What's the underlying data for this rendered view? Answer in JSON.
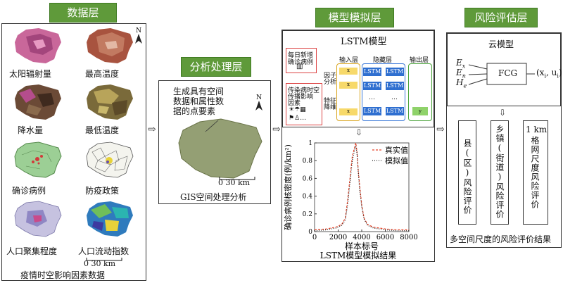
{
  "headers": {
    "data_layer": "数据层",
    "analysis_layer": "分析处理层",
    "model_layer": "模型模拟层",
    "risk_layer": "风险评估层"
  },
  "data_panel": {
    "items": [
      "太阳辐射量",
      "最高温度",
      "降水量",
      "最低温度",
      "确诊病例",
      "防疫政策",
      "人口聚集程度",
      "人口流动指数"
    ],
    "scale": "0   30 km",
    "caption": "疫情时空影响因素数据",
    "north": "N"
  },
  "analysis_panel": {
    "desc": [
      "生成具有空间",
      "数据和属性数",
      "据的点要素"
    ],
    "scale": "0   30 km",
    "caption": "GIS空间处理分析",
    "north": "N"
  },
  "model_panel": {
    "lstm_title": "LSTM模型",
    "input1": [
      "每日新增",
      "确诊病例"
    ],
    "input2": [
      "传染病时空",
      "传播影响",
      "因素"
    ],
    "factor_label": [
      "因子",
      "分析"
    ],
    "feature_label": [
      "特征",
      "降维"
    ],
    "input_layer": "输入层",
    "hidden_layer": "隐藏层",
    "output_layer": "输出层",
    "cell": "LSTM",
    "dots": "…",
    "chart_caption": "LSTM模型模拟结果"
  },
  "risk_panel": {
    "cloud_title": "云模型",
    "fcg": "FCG",
    "inputs": [
      "E",
      "E",
      "H"
    ],
    "input_subs": [
      "x",
      "n",
      "e"
    ],
    "output": "(x",
    "output_rest": ", u",
    "output_end": ")",
    "col1": "县(区)风险评价",
    "col2": "乡镇(街道)风险评价",
    "col3_top": "1 km",
    "col3": "格网尺度风险评价",
    "caption": "多空间尺度的风险评价结果"
  },
  "chart_data": {
    "type": "line",
    "xlabel": "样本标号",
    "ylabel": "确诊病例核密度(例/km²)",
    "xlim": [
      0,
      8000
    ],
    "ylim": [
      0,
      1.0
    ],
    "xticks": [
      0,
      2000,
      4000,
      6000,
      8000
    ],
    "yticks": [
      0,
      0.2,
      0.4,
      0.6,
      0.8,
      1.0
    ],
    "legend_position": "top-right",
    "series": [
      {
        "name": "真实值",
        "color": "#e8452a",
        "style": "dashed",
        "x": [
          0,
          1000,
          1800,
          2300,
          2600,
          2800,
          3000,
          3200,
          3400,
          3500,
          3600,
          3700,
          3800,
          4000,
          4200,
          4500,
          5000,
          6000,
          7000,
          8000
        ],
        "values": [
          0.02,
          0.03,
          0.05,
          0.08,
          0.15,
          0.35,
          0.6,
          0.85,
          0.95,
          1.0,
          0.9,
          0.7,
          0.55,
          0.3,
          0.15,
          0.08,
          0.05,
          0.03,
          0.02,
          0.02
        ]
      },
      {
        "name": "模拟值",
        "color": "#222222",
        "style": "dotted",
        "x": [
          0,
          1000,
          1800,
          2300,
          2600,
          2800,
          3000,
          3200,
          3400,
          3500,
          3600,
          3700,
          3800,
          4000,
          4200,
          4500,
          5000,
          6000,
          7000,
          8000
        ],
        "values": [
          0.01,
          0.02,
          0.04,
          0.07,
          0.13,
          0.3,
          0.55,
          0.8,
          0.92,
          0.97,
          0.88,
          0.68,
          0.5,
          0.28,
          0.14,
          0.07,
          0.04,
          0.02,
          0.01,
          0.01
        ]
      }
    ]
  }
}
